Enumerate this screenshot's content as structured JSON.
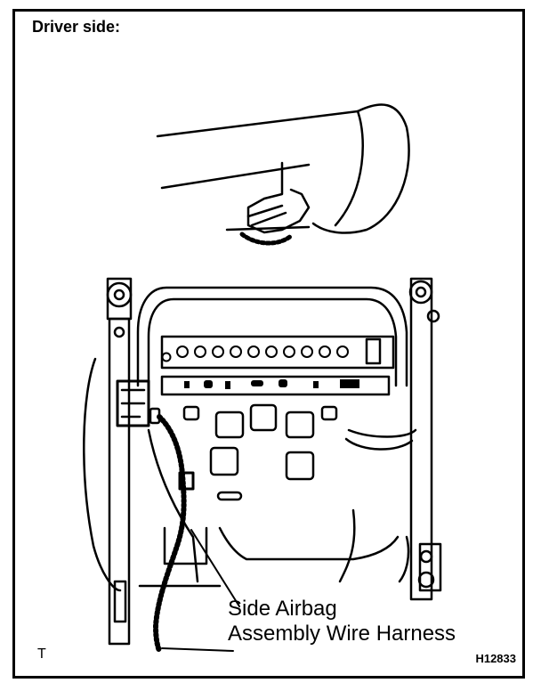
{
  "diagram": {
    "title": "Driver side:",
    "callout_line1": "Side Airbag",
    "callout_line2": "Assembly Wire Harness",
    "corner_mark": "T",
    "figure_code": "H12833"
  }
}
